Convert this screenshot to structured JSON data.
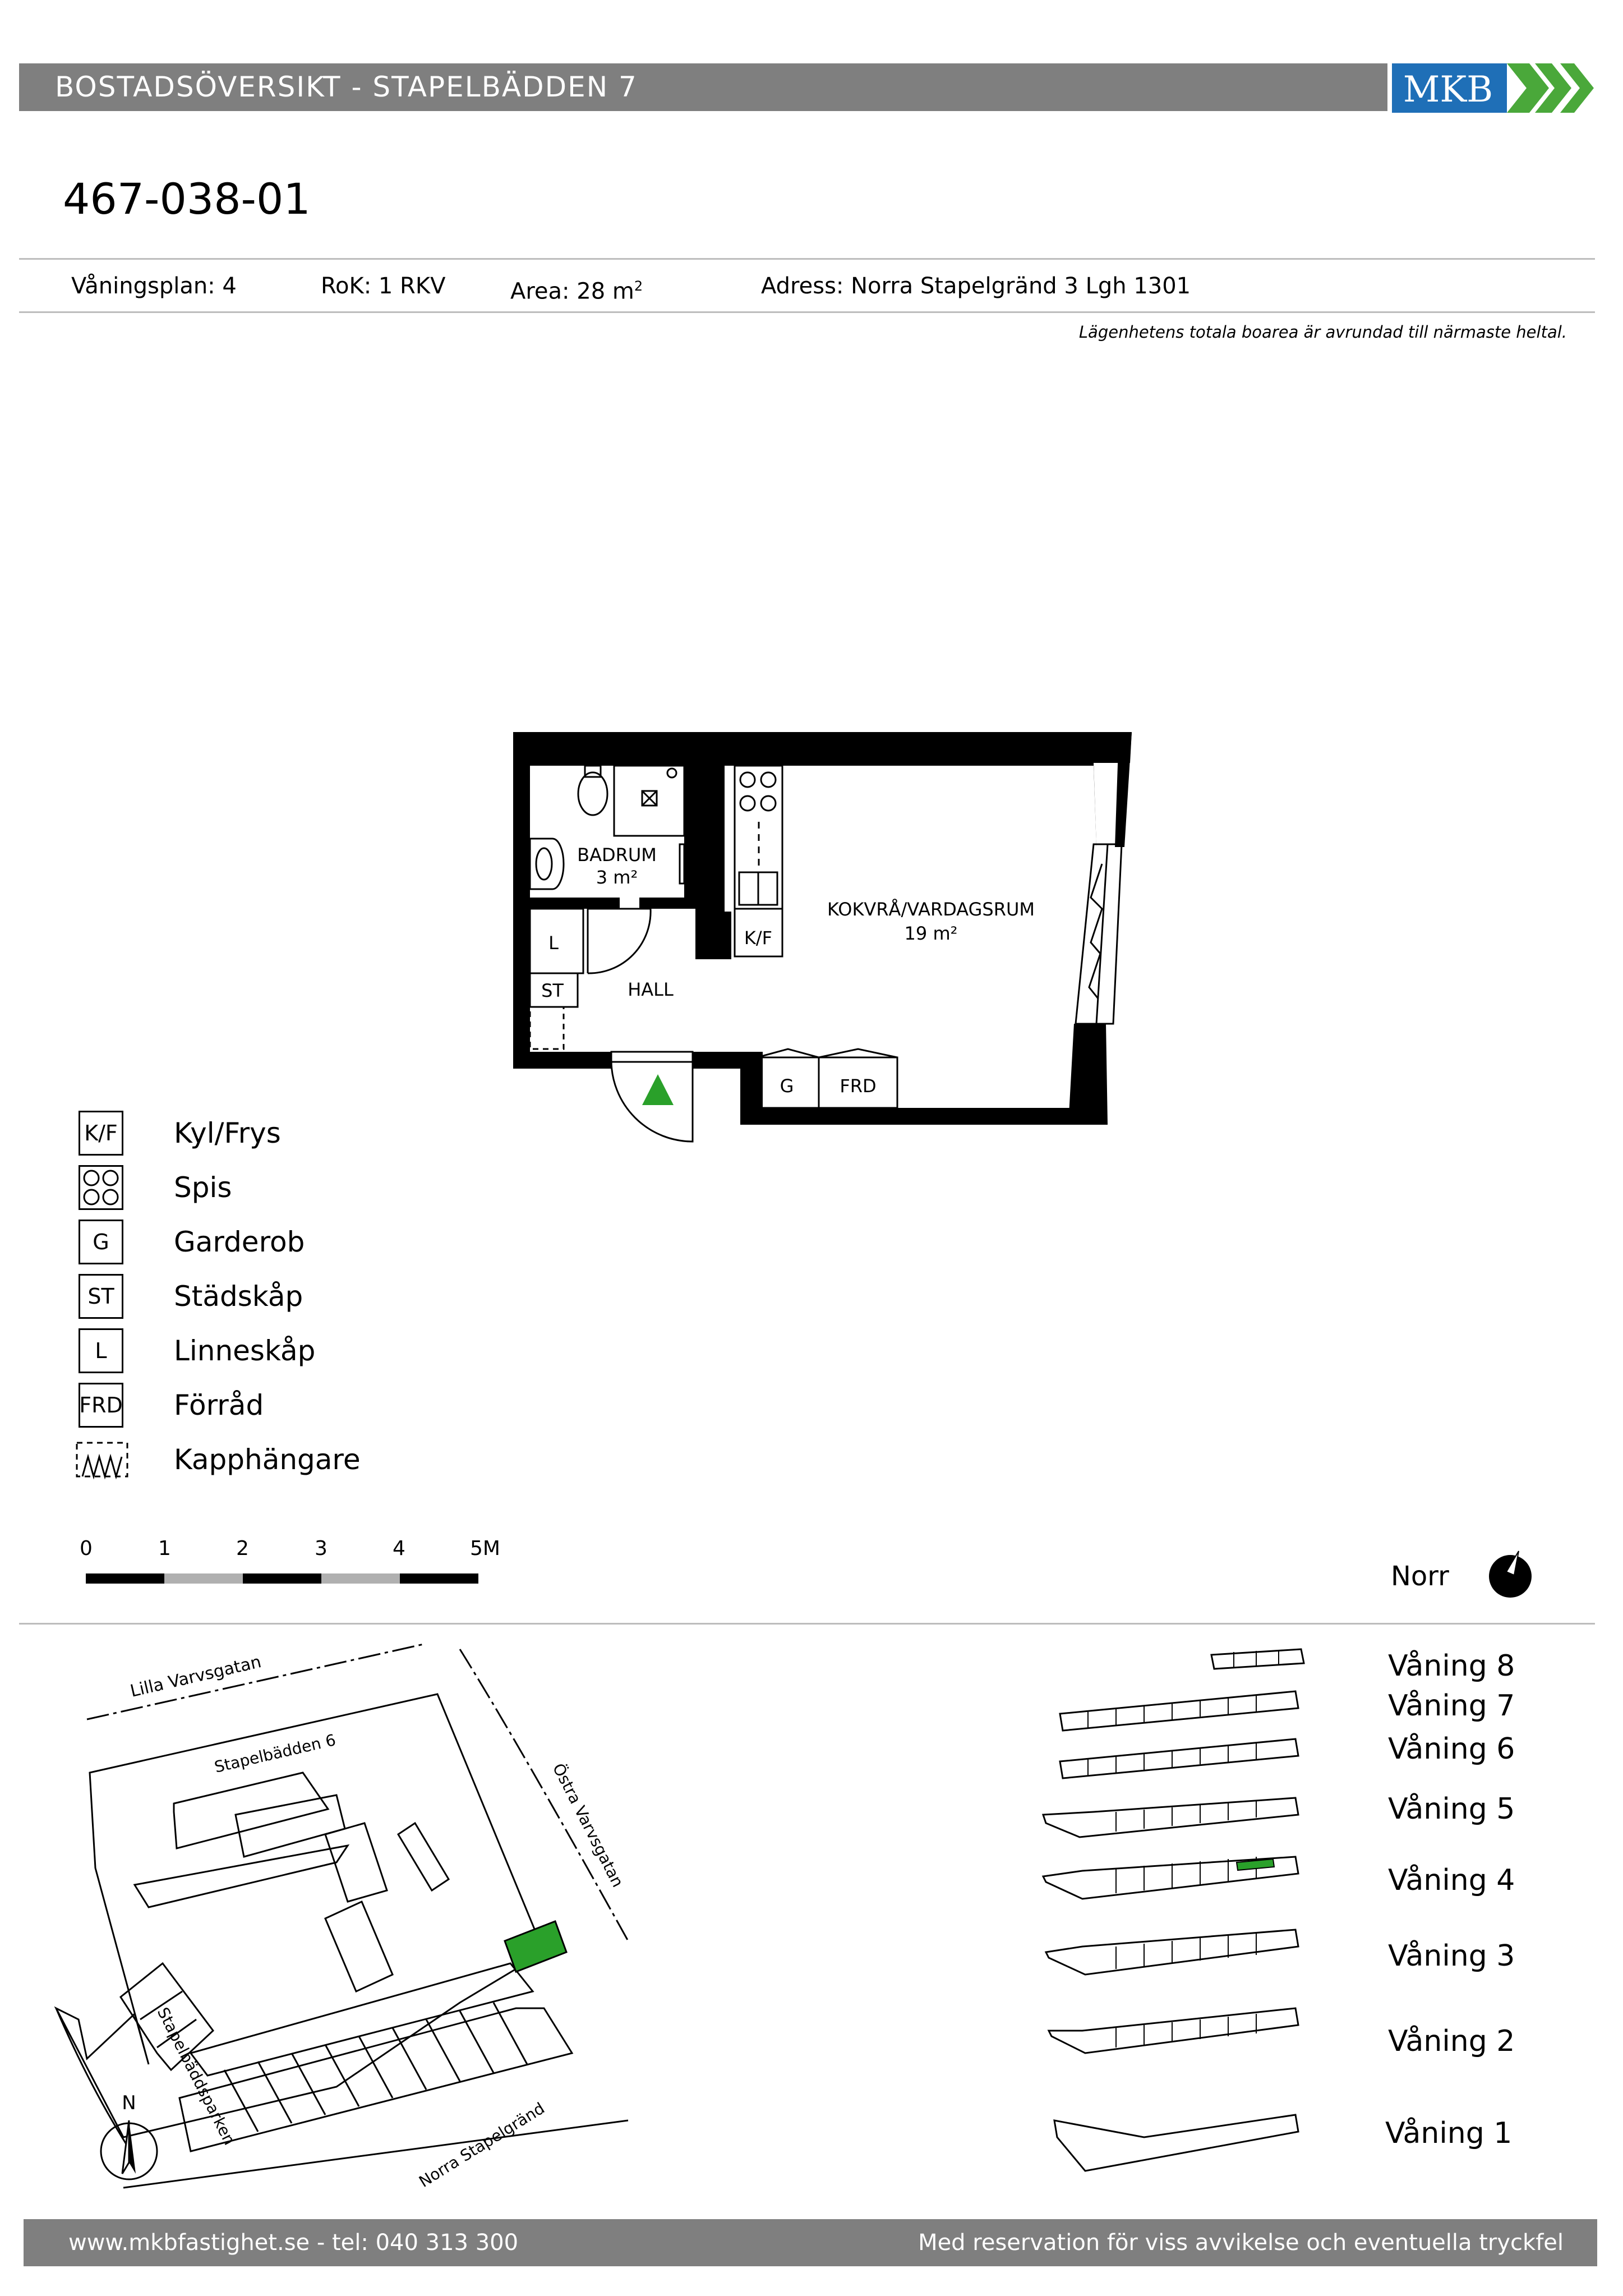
{
  "header": {
    "title": "BOSTADSÖVERSIKT - STAPELBÄDDEN 7",
    "logo_text": "MKB",
    "brand_blue": "#1f6fb7",
    "brand_green": "#4aa83a"
  },
  "apartment": {
    "number": "467-038-01",
    "floor_label": "Våningsplan: 4",
    "rok_label": "RoK: 1 RKV",
    "area_label": "Area:  28 m",
    "area_sup": "2",
    "address_label": "Adress: Norra Stapelgränd 3 Lgh 1301",
    "note": "Lägenhetens totala boarea är avrundad till närmaste heltal."
  },
  "plan": {
    "bathroom_name": "BADRUM",
    "bathroom_area": "3 m²",
    "living_name": "KOKVRÅ/VARDAGSRUM",
    "living_area": "19 m²",
    "hall_name": "HALL",
    "kf": "K/F",
    "linen": "L",
    "cleaning": "ST",
    "wardrobe": "G",
    "storage": "FRD",
    "entrance_color": "#2aa02a"
  },
  "legend": [
    {
      "symbol": "K/F",
      "label": "Kyl/Frys",
      "icon": "fridge-freezer-icon"
    },
    {
      "symbol": "",
      "label": "Spis",
      "icon": "stove-icon"
    },
    {
      "symbol": "G",
      "label": "Garderob",
      "icon": "wardrobe-icon"
    },
    {
      "symbol": "ST",
      "label": "Städskåp",
      "icon": "cleaning-cupboard-icon"
    },
    {
      "symbol": "L",
      "label": "Linneskåp",
      "icon": "linen-cupboard-icon"
    },
    {
      "symbol": "FRD",
      "label": "Förråd",
      "icon": "storage-icon"
    },
    {
      "symbol": "",
      "label": "Kapphängare",
      "icon": "coat-hanger-icon"
    }
  ],
  "scale": {
    "ticks": [
      "0",
      "1",
      "2",
      "3",
      "4",
      "5M"
    ]
  },
  "compass": {
    "label": "Norr"
  },
  "site_map": {
    "north_label": "N",
    "streets": [
      "Lilla Varvsgatan",
      "Stapelbädden 6",
      "Östra Varvsgatan",
      "Stapelbäddsparken",
      "Norra Stapelgränd"
    ],
    "highlight_color": "#2aa02a"
  },
  "floors": [
    "Våning 8",
    "Våning 7",
    "Våning 6",
    "Våning 5",
    "Våning 4",
    "Våning 3",
    "Våning 2",
    "Våning 1"
  ],
  "current_floor": "Våning 4",
  "footer": {
    "left": "www.mkbfastighet.se - tel: 040 313 300",
    "right": "Med reservation för viss avvikelse och eventuella tryckfel"
  }
}
